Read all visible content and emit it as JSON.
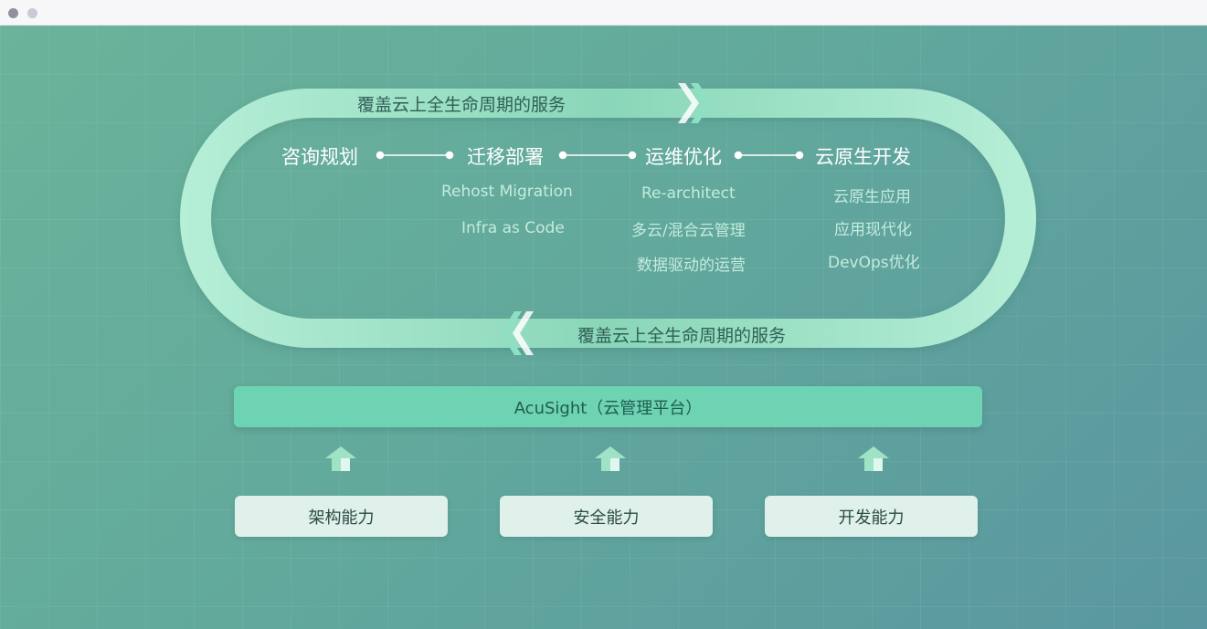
{
  "band_top_label": "覆盖云上全生命周期的服务",
  "band_bottom_label": "覆盖云上全生命周期的服务",
  "stages": [
    {
      "title": "咨询规划",
      "items": []
    },
    {
      "title": "迁移部署",
      "items": [
        "Rehost Migration",
        "Infra as Code"
      ]
    },
    {
      "title": "运维优化",
      "items": [
        "Re-architect",
        "多云/混合云管理",
        "数据驱动的运营"
      ]
    },
    {
      "title": "云原生开发",
      "items": [
        "云原生应用",
        "应用现代化",
        "DevOps优化"
      ]
    }
  ],
  "platform_label": "AcuSight（云管理平台）",
  "capabilities": [
    "架构能力",
    "安全能力",
    "开发能力"
  ],
  "colors": {
    "band": "#b2ecd4",
    "platform": "#6dd3b2",
    "capability_box": "#dff1ea"
  }
}
